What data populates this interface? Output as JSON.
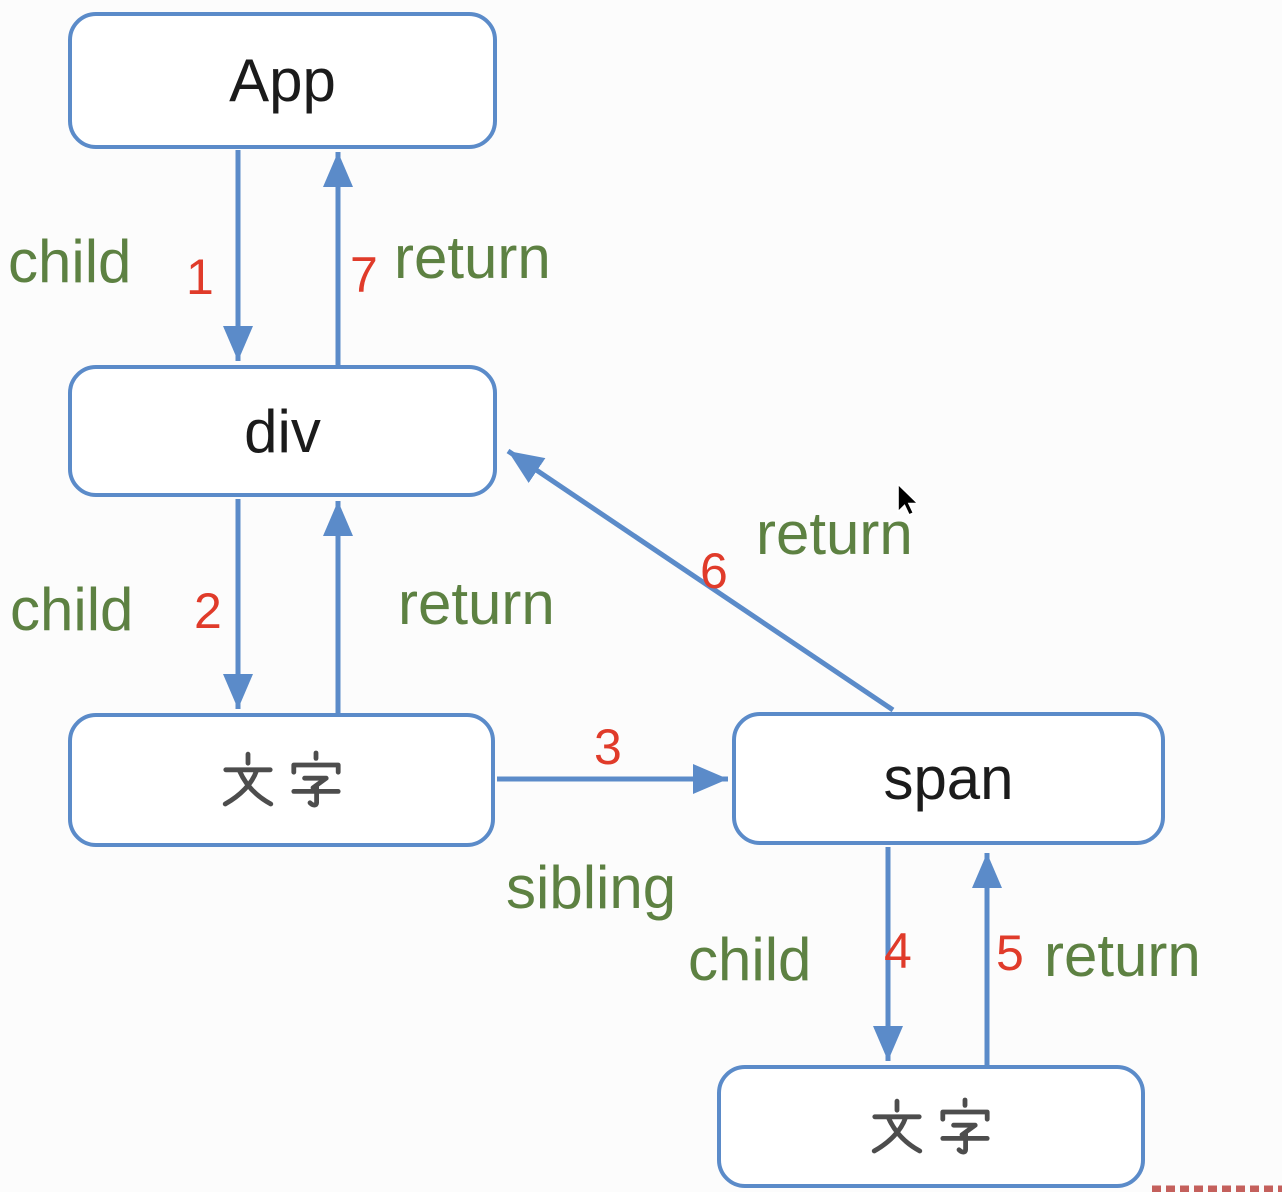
{
  "page": {
    "background": "#fcfcfc"
  },
  "colors": {
    "node_border": "#5b8bc9",
    "arrow": "#5b8bc9",
    "label_green": "#5d8142",
    "label_red": "#e03b2a",
    "node_text": "#1b1b1b",
    "cjk_text": "#4d4d4d",
    "dashed_red": "#c4605c",
    "cursor_fill": "#000000"
  },
  "nodes": {
    "app": "App",
    "div": "div",
    "textLeft": "文字",
    "span": "span",
    "textBottom": "文字"
  },
  "edges": [
    {
      "from": "App",
      "to": "div",
      "label": "child",
      "step": "1"
    },
    {
      "from": "div",
      "to": "App",
      "label": "return",
      "step": "7"
    },
    {
      "from": "div",
      "to": "文字",
      "label": "child",
      "step": "2"
    },
    {
      "from": "文字",
      "to": "div",
      "label": "return",
      "step": ""
    },
    {
      "from": "文字",
      "to": "span",
      "label": "sibling",
      "step": "3"
    },
    {
      "from": "span",
      "to": "div",
      "label": "return",
      "step": "6"
    },
    {
      "from": "span",
      "to": "文字",
      "label": "child",
      "step": "4"
    },
    {
      "from": "文字",
      "to": "span",
      "label": "return",
      "step": "5"
    }
  ]
}
